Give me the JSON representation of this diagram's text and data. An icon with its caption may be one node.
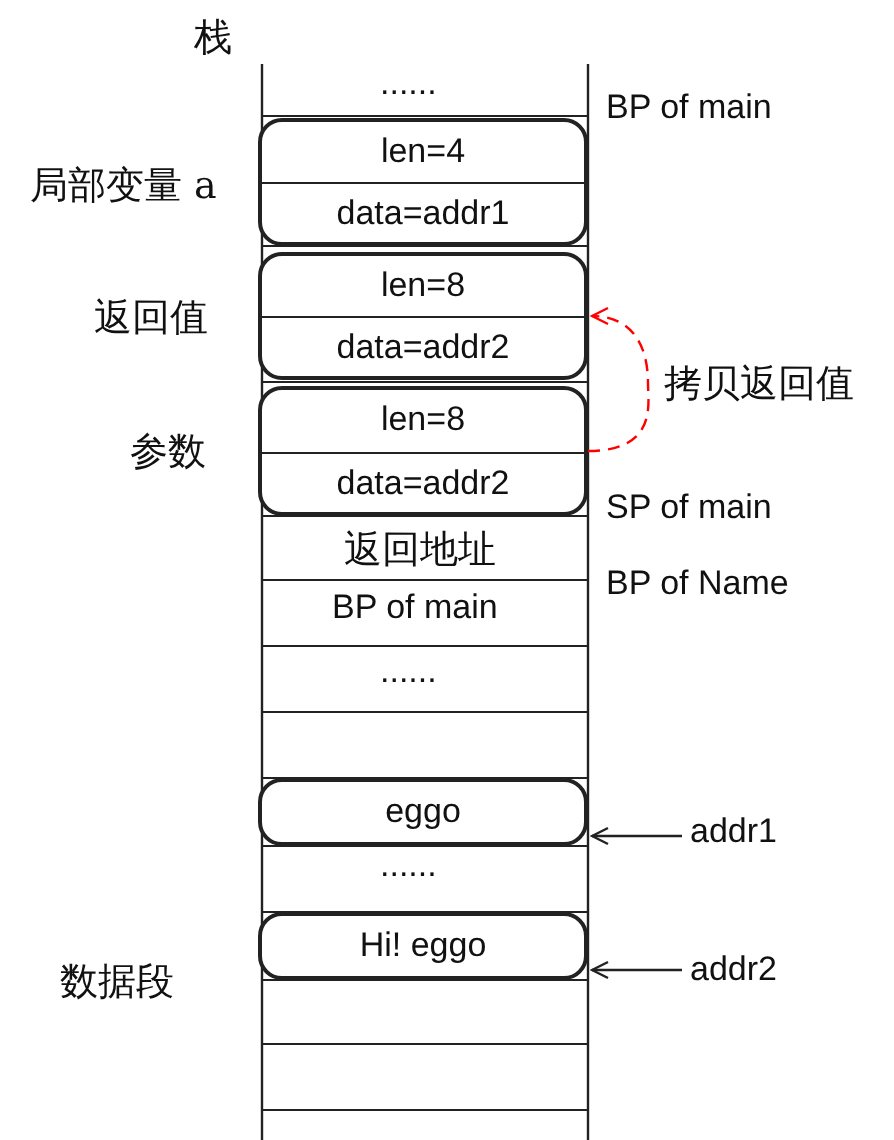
{
  "diagram": {
    "nodes": [
      {
        "text": [
          "len=4",
          "data=addr1"
        ],
        "beside": [
          "局部变量 a"
        ]
      },
      {
        "text": [
          "len=8",
          "data=addr2"
        ],
        "beside": [
          "返回值"
        ]
      },
      {
        "text": [
          "len=8",
          "data=addr2"
        ],
        "beside": [
          "参数"
        ]
      },
      {
        "text": [
          "eggo"
        ]
      },
      {
        "text": [
          "Hi! eggo"
        ]
      },
      {
        "text": [
          "addr1"
        ]
      },
      {
        "text": [
          "addr2"
        ]
      }
    ],
    "edges": [
      {
        "from": 2,
        "to": 1,
        "arrow": "to",
        "label": "拷贝返回值",
        "style": "dashed",
        "color": "#ff0000"
      },
      {
        "from": 5,
        "to": 3,
        "arrow": "to"
      },
      {
        "from": 6,
        "to": 4,
        "arrow": "to"
      }
    ],
    "labels": [
      "栈",
      "......",
      "BP of main",
      "SP of main",
      "返回地址",
      "BP of Name",
      "BP of main",
      "......",
      "......",
      "数据段"
    ]
  }
}
